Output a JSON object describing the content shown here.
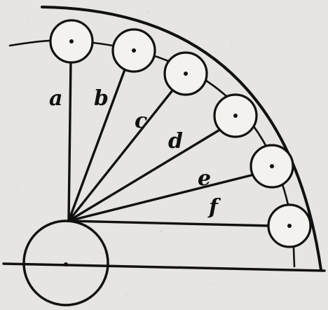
{
  "figure": {
    "ink_color": "#111111",
    "paper_color": "#e6e5e1",
    "labels": {
      "a": "a",
      "b": "b",
      "c": "c",
      "d": "d",
      "e": "e",
      "f": "f"
    }
  }
}
